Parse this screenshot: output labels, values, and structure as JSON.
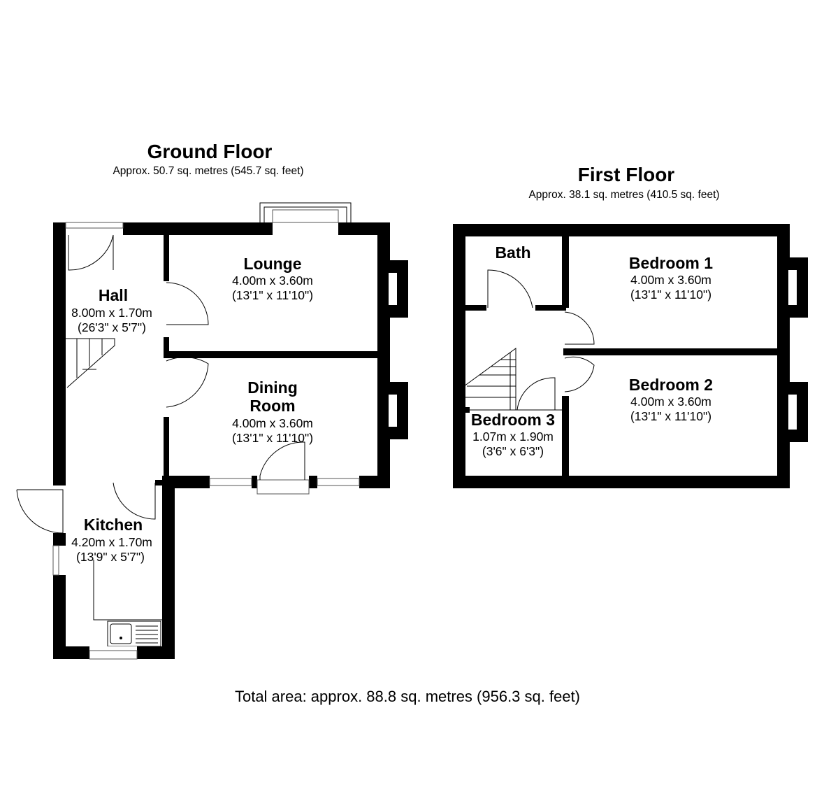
{
  "floors": [
    {
      "title": "Ground Floor",
      "area": "Approx. 50.7 sq. metres (545.7 sq. feet)",
      "rooms": [
        {
          "name": "Hall",
          "metric": "8.00m x 1.70m",
          "imperial": "(26'3\" x 5'7\")"
        },
        {
          "name": "Lounge",
          "metric": "4.00m x 3.60m",
          "imperial": "(13'1\" x 11'10\")"
        },
        {
          "name_line1": "Dining",
          "name_line2": "Room",
          "metric": "4.00m x 3.60m",
          "imperial": "(13'1\" x 11'10\")"
        },
        {
          "name": "Kitchen",
          "metric": "4.20m x 1.70m",
          "imperial": "(13'9\" x 5'7\")"
        }
      ]
    },
    {
      "title": "First Floor",
      "area": "Approx. 38.1 sq. metres (410.5 sq. feet)",
      "rooms": [
        {
          "name": "Bath"
        },
        {
          "name": "Bedroom 1",
          "metric": "4.00m x 3.60m",
          "imperial": "(13'1\" x 11'10\")"
        },
        {
          "name": "Bedroom 2",
          "metric": "4.00m x 3.60m",
          "imperial": "(13'1\" x 11'10\")"
        },
        {
          "name": "Bedroom 3",
          "metric": "1.07m x 1.90m",
          "imperial": "(3'6\" x 6'3\")"
        }
      ]
    }
  ],
  "total_area": "Total area: approx. 88.8 sq. metres (956.3 sq. feet)",
  "colors": {
    "wall": "#000000",
    "background": "#ffffff"
  }
}
